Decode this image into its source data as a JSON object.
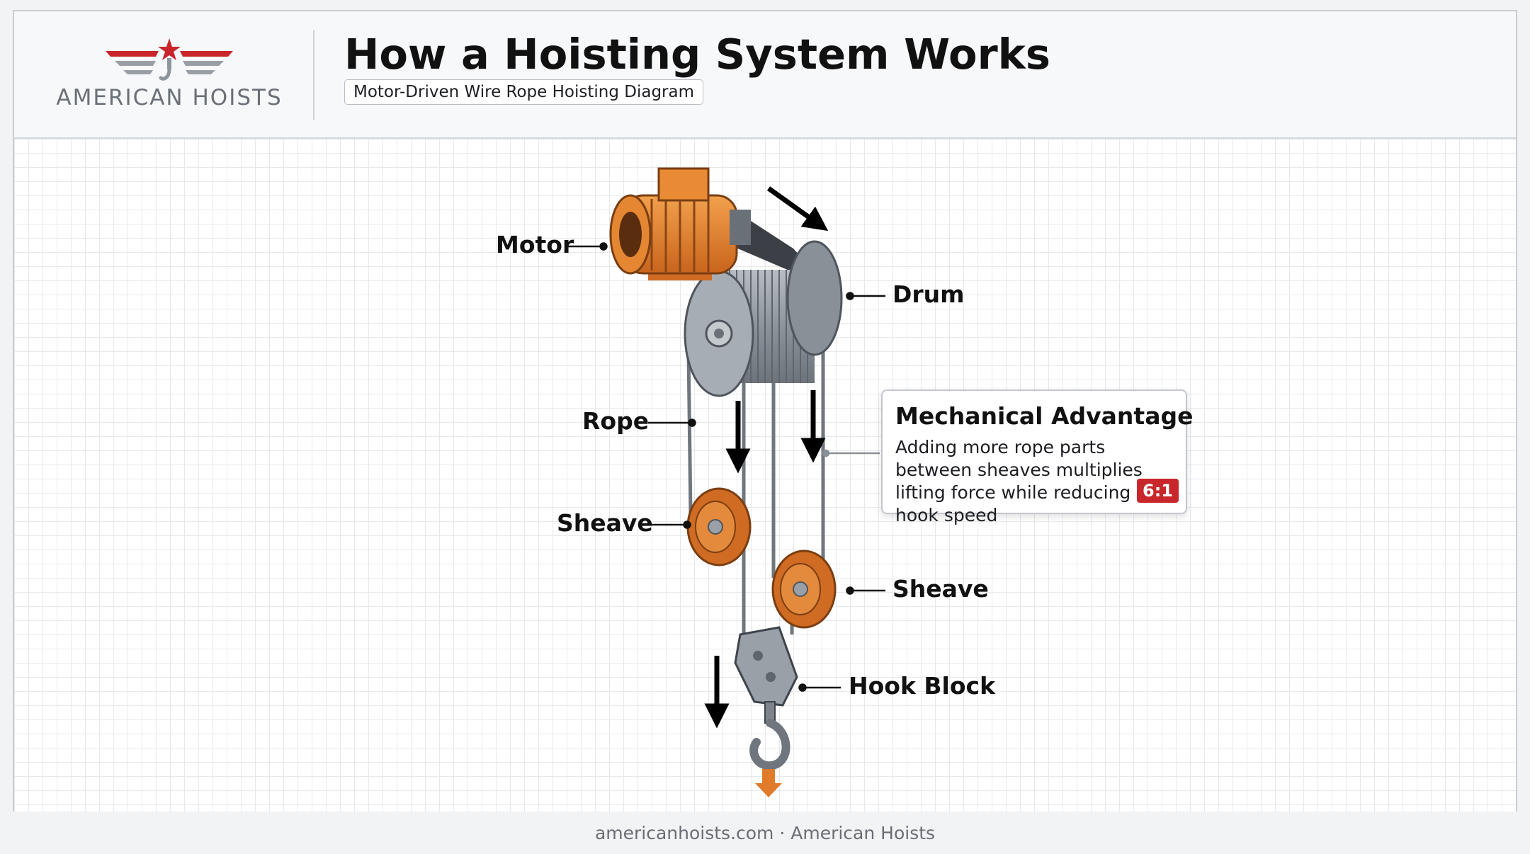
{
  "header": {
    "brand": "AMERICAN HOISTS",
    "title": "How a Hoisting System Works",
    "subtitle": "Motor-Driven Wire Rope Hoisting Diagram"
  },
  "labels": {
    "motor": "Motor",
    "drum": "Drum",
    "rope": "Rope",
    "sheave_left": "Sheave",
    "sheave_right": "Sheave",
    "hook_block": "Hook Block"
  },
  "callout": {
    "title": "Mechanical Advantage",
    "body": "Adding more rope parts between sheaves multiplies lifting force while reducing hook speed",
    "ratio": "6:1"
  },
  "footer": "americanhoists.com · American Hoists",
  "colors": {
    "accent_orange": "#e07b2a",
    "brand_red": "#c8262b",
    "steel_gray": "#8e959d",
    "grid": "#e6e9ec"
  },
  "icons": [
    "winged-hook-logo-icon",
    "direction-arrow-icon"
  ]
}
